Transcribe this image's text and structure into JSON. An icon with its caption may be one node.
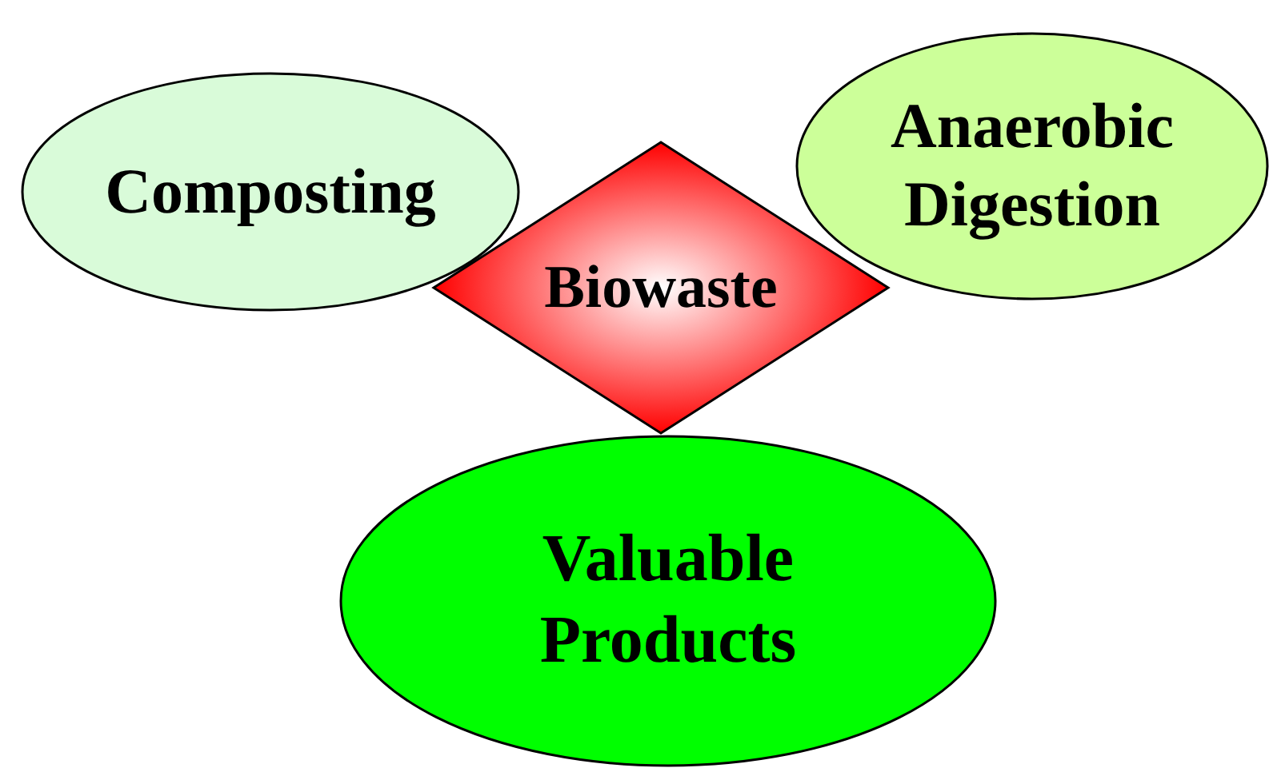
{
  "diagram": {
    "nodes": [
      {
        "text": [
          "Composting"
        ]
      },
      {
        "text": [
          "Biowaste"
        ]
      },
      {
        "text": [
          "Anaerobic Digestion"
        ]
      },
      {
        "text": [
          "Valuable Products"
        ]
      }
    ]
  }
}
